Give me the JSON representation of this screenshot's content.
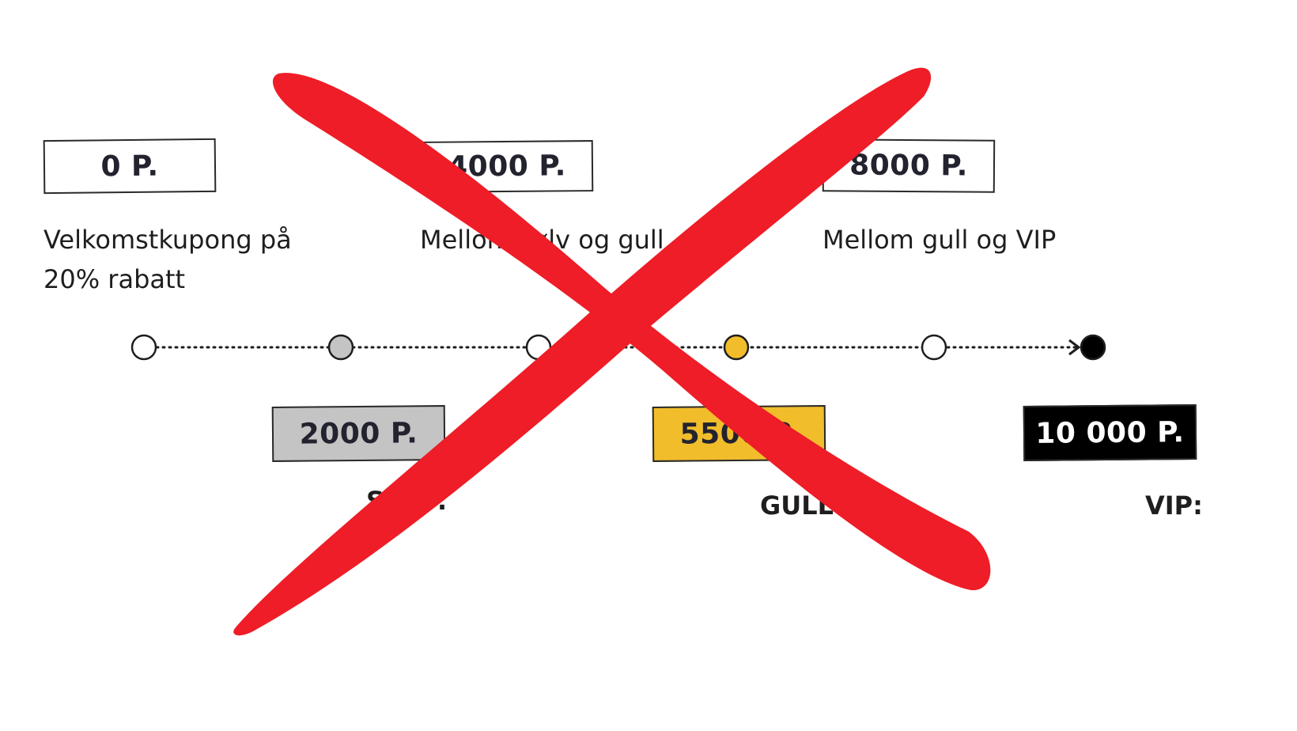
{
  "milestones_top": [
    {
      "points": "0 P.",
      "description": "Velkomstkupong på\n20% rabatt"
    },
    {
      "points": "4000 P.",
      "description": "Mellom sølv og gull"
    },
    {
      "points": "8000 P.",
      "description": "Mellom gull og VIP"
    }
  ],
  "milestones_bottom": [
    {
      "points": "2000 P.",
      "tier": "SØLV:",
      "color": "#c4c4c4"
    },
    {
      "points": "5500 P.",
      "tier": "GULL",
      "color": "#f1bd2b"
    },
    {
      "points": "10 000 P.",
      "tier": "VIP:",
      "color": "#000000"
    }
  ],
  "timeline_nodes": [
    {
      "color": "#ffffff"
    },
    {
      "color": "#c4c4c4"
    },
    {
      "color": "#ffffff"
    },
    {
      "color": "#f1bd2b"
    },
    {
      "color": "#ffffff"
    },
    {
      "color": "#000000"
    }
  ],
  "colors": {
    "cross": "#ee1d27",
    "ink": "#23232f"
  },
  "overlay_icon": "red-cross-out-icon"
}
